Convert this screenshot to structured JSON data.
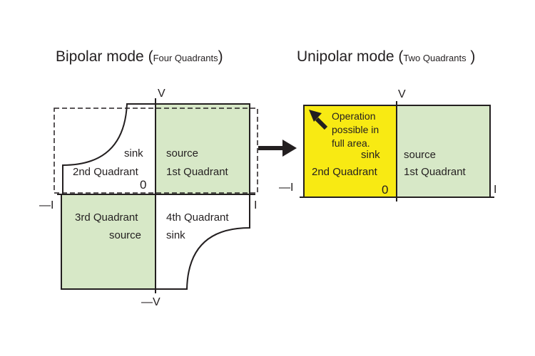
{
  "bipolar": {
    "title_main": "Bipolar mode",
    "title_paren_open": " (",
    "title_small": "Four Quadrants",
    "title_paren_close": ")",
    "axis": {
      "v_pos": "V",
      "v_neg": "—V",
      "i_neg": "—I",
      "i_pos": "I",
      "origin": "0"
    },
    "q2": {
      "role": "sink",
      "name": "2nd Quadrant"
    },
    "q1": {
      "role": "source",
      "name": "1st Quadrant"
    },
    "q3": {
      "name": "3rd Quadrant",
      "role": "source"
    },
    "q4": {
      "name": "4th Quadrant",
      "role": "sink"
    }
  },
  "unipolar": {
    "title_main": "Unipolar mode",
    "title_paren_open": " (",
    "title_small": "Two Quadrants",
    "title_paren_close": " )",
    "axis": {
      "v_pos": "V",
      "i_neg": "—I",
      "i_pos": "I",
      "origin": "0"
    },
    "note_line1": "Operation",
    "note_line2": "possible in",
    "note_line3": "full area.",
    "q2": {
      "role": "sink",
      "name": "2nd Quadrant"
    },
    "q1": {
      "role": "source",
      "name": "1st Quadrant"
    }
  },
  "colors": {
    "quadrant_fill": "#d7e8c7",
    "highlight_fill": "#f8ea13",
    "line": "#231f20"
  }
}
